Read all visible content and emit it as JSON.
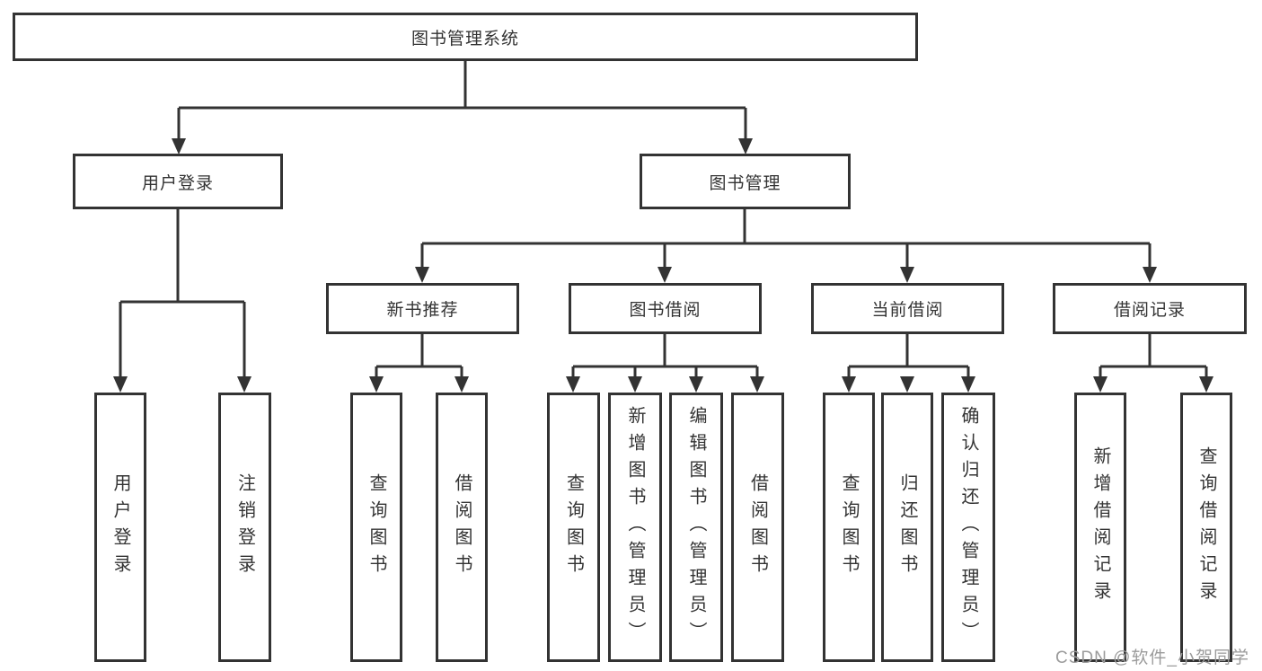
{
  "diagram": {
    "root_label": "图书管理系统",
    "tree": [
      {
        "label": "用户登录",
        "leaves": [
          "用户登录",
          "注销登录"
        ]
      },
      {
        "label": "图书管理",
        "groups": [
          {
            "label": "新书推荐",
            "leaves": [
              "查询图书",
              "借阅图书"
            ]
          },
          {
            "label": "图书借阅",
            "leaves": [
              "查询图书",
              "新增图书（管理员）",
              "编辑图书（管理员）",
              "借阅图书"
            ]
          },
          {
            "label": "当前借阅",
            "leaves": [
              "查询图书",
              "归还图书",
              "确认归还（管理员）"
            ]
          },
          {
            "label": "借阅记录",
            "leaves": [
              "新增借阅记录",
              "查询借阅记录"
            ]
          }
        ]
      }
    ]
  },
  "watermark": {
    "text": "CSDN @软件_小贺同学",
    "color": "#9b9b9b"
  },
  "colors": {
    "line": "#333333",
    "box_border": "#333333",
    "text": "#333333",
    "background": "#ffffff"
  }
}
